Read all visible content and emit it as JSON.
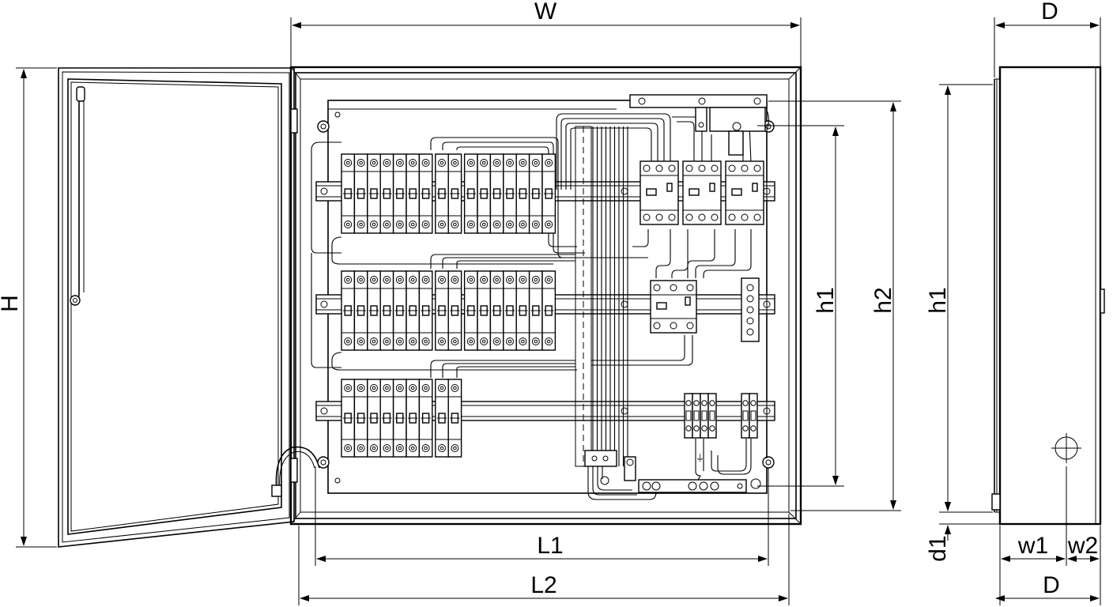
{
  "drawing": {
    "dimensions": {
      "top_width": "W",
      "door_height": "H",
      "inner_height": "h1",
      "outer_height": "h2",
      "mount_length": "L1",
      "base_length": "L2",
      "side_depth_top": "D",
      "side_height": "h1",
      "side_bottom_offset": "d1",
      "side_w1": "w1",
      "side_w2": "w2",
      "side_depth_bottom": "D"
    }
  }
}
